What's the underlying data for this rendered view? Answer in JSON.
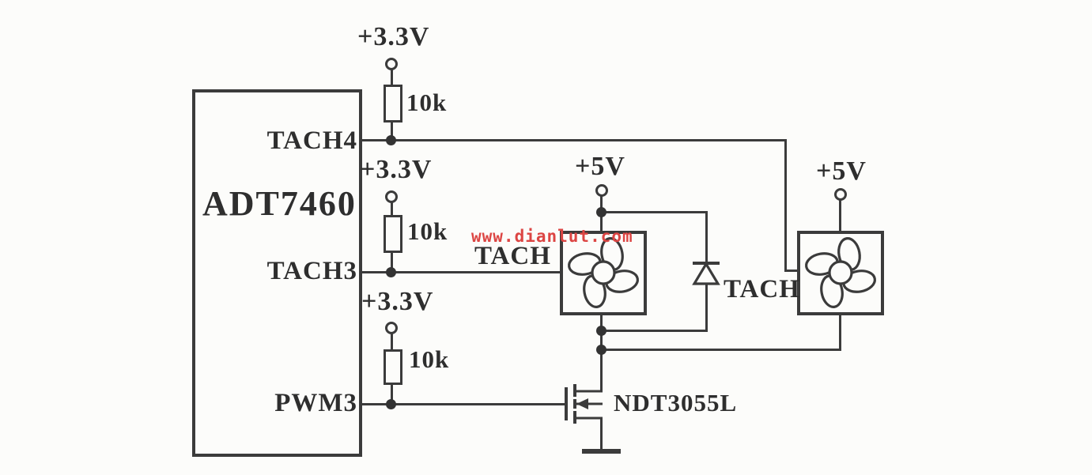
{
  "ic": {
    "label": "ADT7460",
    "pins": {
      "tach4": "TACH4",
      "tach3": "TACH3",
      "pwm3": "PWM3"
    }
  },
  "pullups": [
    {
      "supply": "+3.3V",
      "value": "10k"
    },
    {
      "supply": "+3.3V",
      "value": "10k"
    },
    {
      "supply": "+3.3V",
      "value": "10k"
    }
  ],
  "fans": [
    {
      "supply": "+5V",
      "signal": "TACH"
    },
    {
      "supply": "+5V",
      "signal": "TACH"
    }
  ],
  "mosfet": {
    "label": "NDT3055L"
  },
  "watermark": {
    "text": "www.dianlut.com",
    "color": "#dc4543"
  },
  "colors": {
    "ink": "#3b3b3b",
    "background": "#fcfcfa",
    "watermark": "#dc4543"
  }
}
